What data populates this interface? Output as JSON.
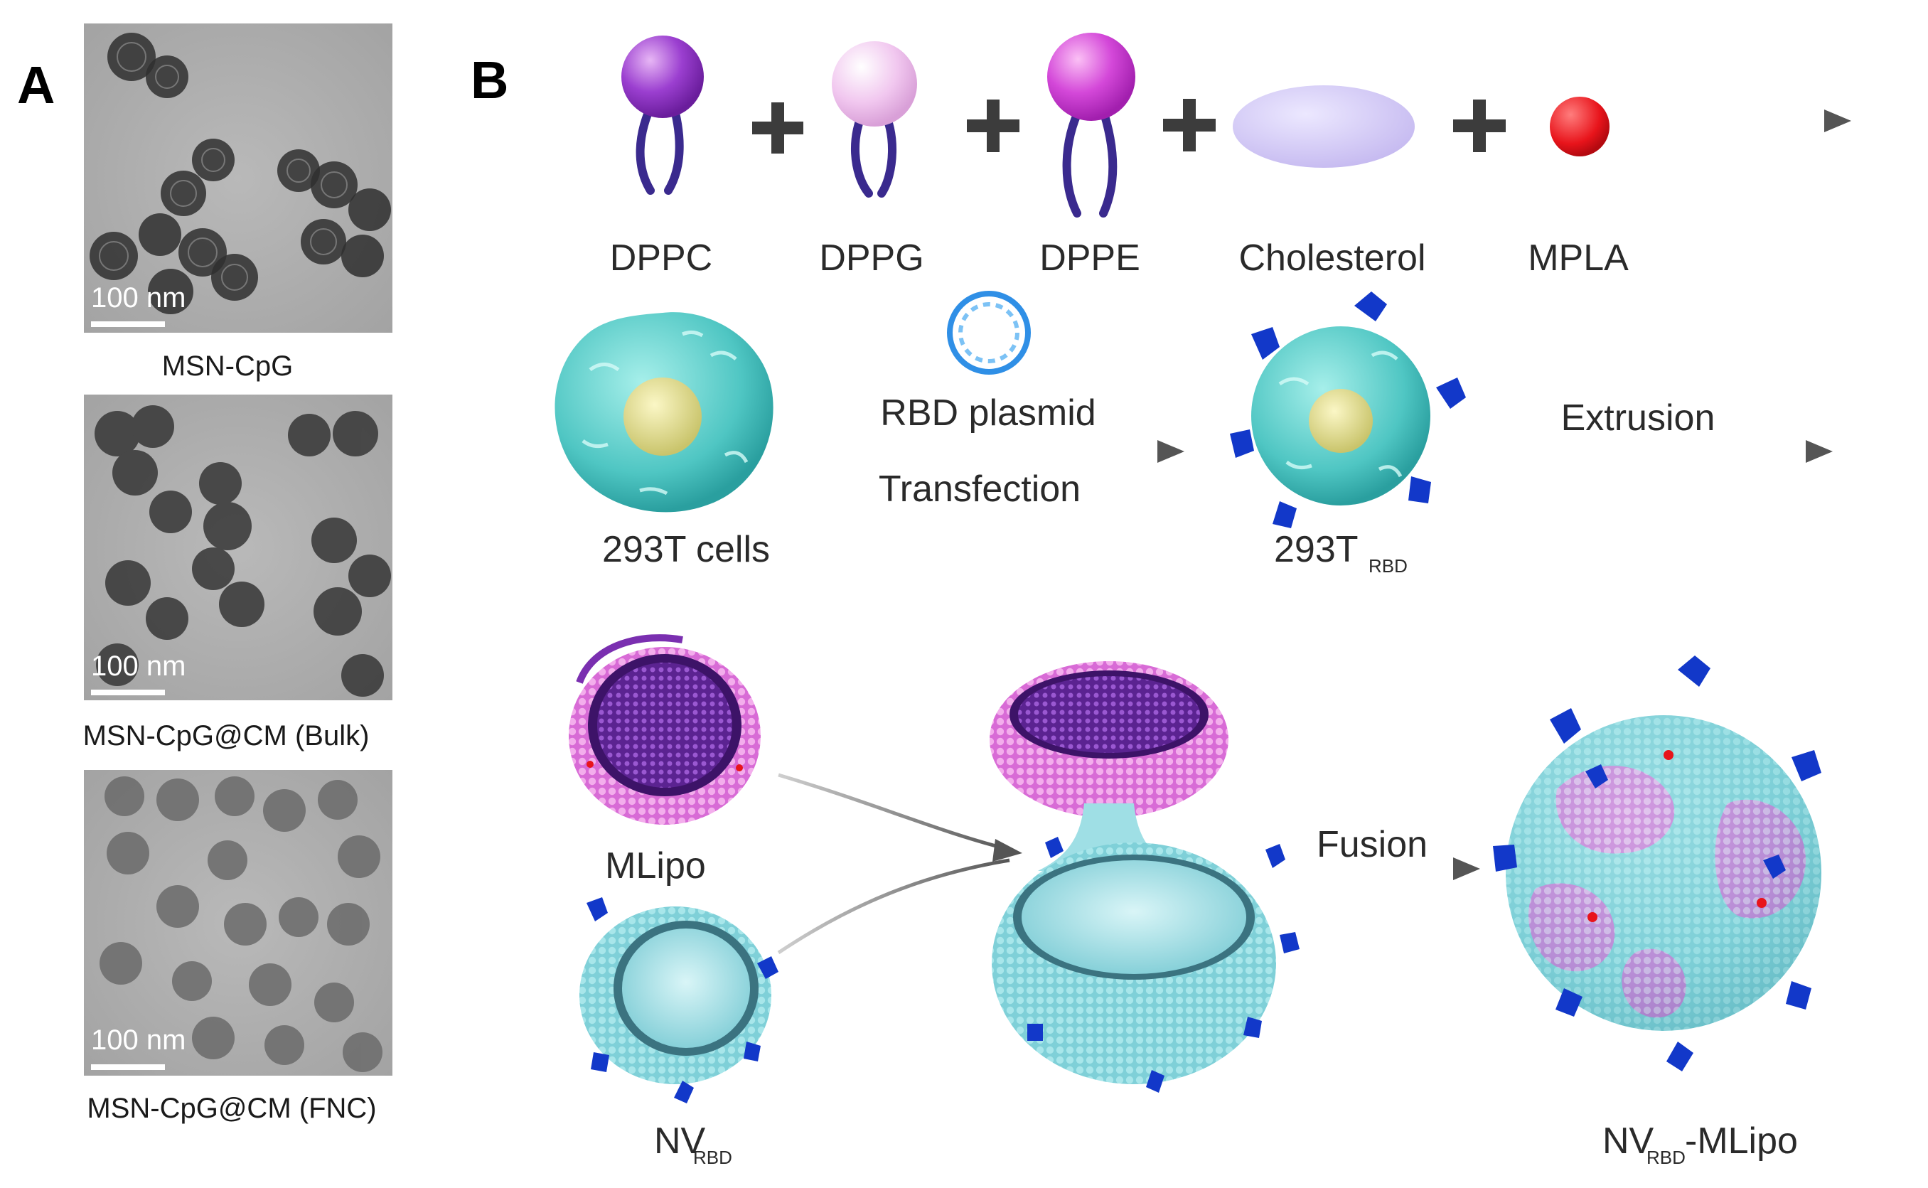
{
  "panel_a": {
    "letter": "A",
    "micrographs": [
      {
        "caption": "MSN-CpG",
        "scale_bar": "100 nm"
      },
      {
        "caption": "MSN-CpG@CM (Bulk)",
        "scale_bar": "100 nm"
      },
      {
        "caption": "MSN-CpG@CM (FNC)",
        "scale_bar": "100 nm"
      }
    ]
  },
  "panel_b": {
    "letter": "B",
    "lipids": {
      "dppc": "DPPC",
      "dppg": "DPPG",
      "dppe": "DPPE",
      "cholesterol": "Cholesterol",
      "mpla": "MPLA",
      "plus": "+"
    },
    "cells": {
      "cells_label": "293T cells",
      "plasmid_label": "RBD plasmid",
      "transfection_label": "Transfection",
      "transfected_main": "293T",
      "transfected_sub": "RBD",
      "extrusion_label": "Extrusion"
    },
    "vesicles": {
      "mlipo_label": "MLipo",
      "nv_main": "NV",
      "nv_sub": "RBD",
      "fusion_label": "Fusion",
      "product_main": "NV",
      "product_sub": "RBD",
      "product_suffix": "-MLipo"
    }
  },
  "colors": {
    "lipid_dark_purple": "#8e2fc4",
    "lipid_light_pink": "#f0c3ee",
    "lipid_magenta": "#d04ad6",
    "lipid_tail": "#3a2a8e",
    "cholesterol": "#cfc6f3",
    "mpla": "#e8141b",
    "cell_teal": "#5fcfcc",
    "nucleus": "#e3e08f",
    "rbd_blue": "#1238c9",
    "mlipo_purple": "#7a2fb0",
    "vesicle_cyan": "#8fdde2",
    "patch_pink": "#ec8fe0",
    "arrow_gray": "#555555"
  }
}
